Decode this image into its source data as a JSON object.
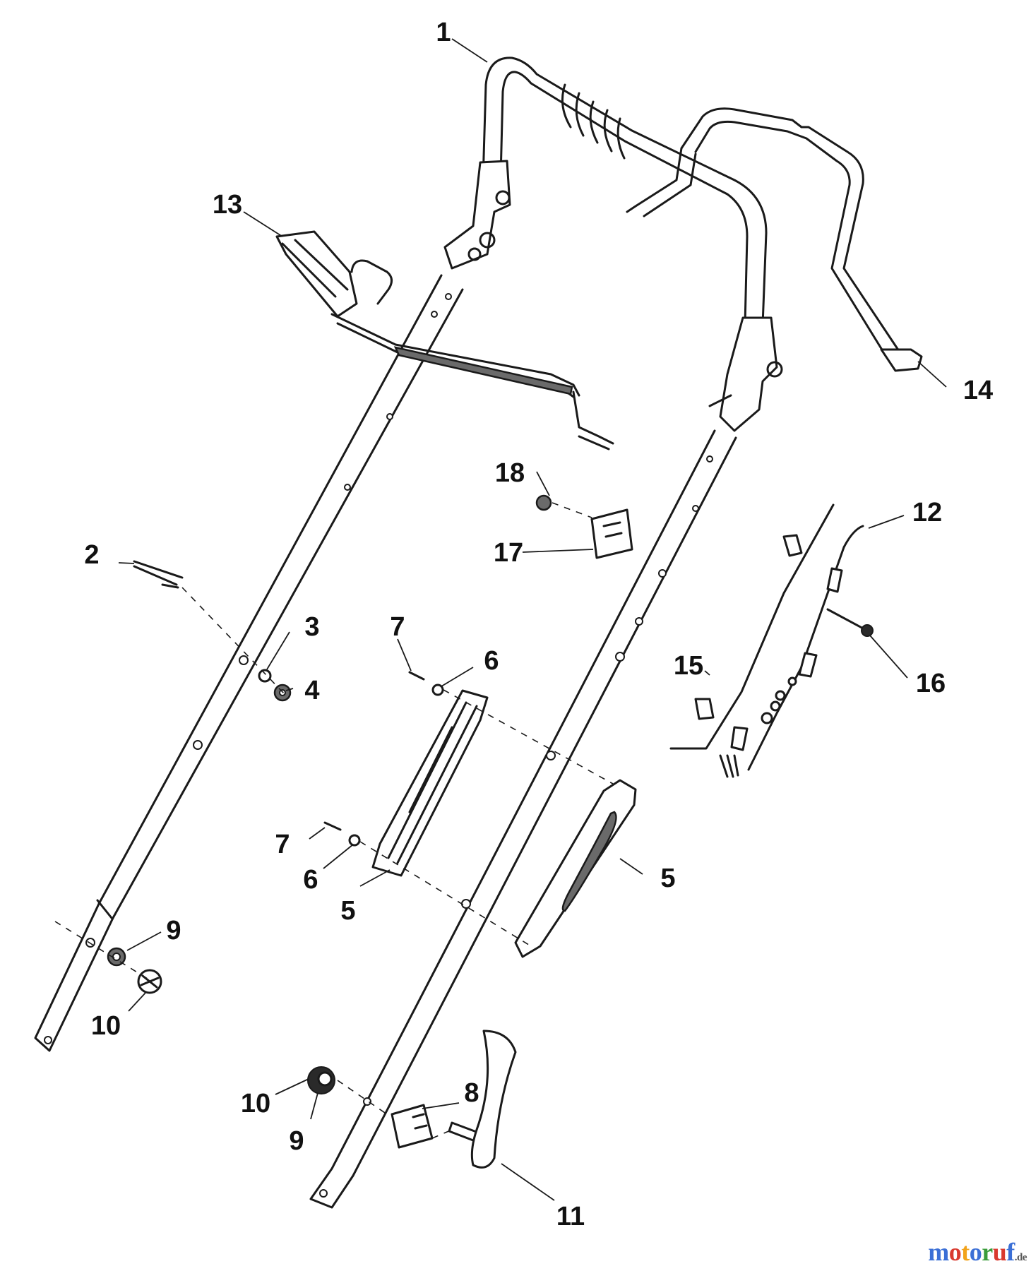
{
  "callouts": [
    "1",
    "2",
    "3",
    "4",
    "5",
    "6",
    "7",
    "8",
    "9",
    "10",
    "11",
    "12",
    "13",
    "14",
    "15",
    "16",
    "17",
    "18"
  ],
  "watermark": {
    "letters": [
      "m",
      "o",
      "t",
      "o",
      "r",
      "u",
      "f"
    ],
    "suffix": ".de",
    "colors": [
      "#3b6fd6",
      "#d93a2f",
      "#f2a31b",
      "#3b6fd6",
      "#3a9c3a",
      "#d93a2f",
      "#3b6fd6"
    ]
  }
}
